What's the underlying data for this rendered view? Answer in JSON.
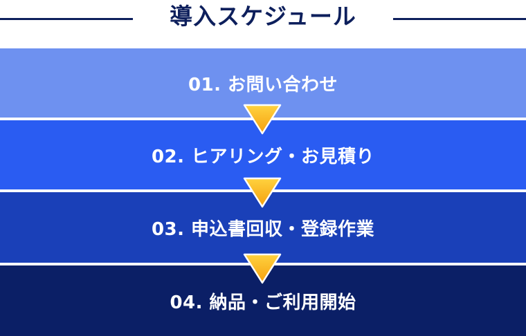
{
  "title": "導入スケジュール",
  "colors": {
    "heading": "#0d1f5c",
    "arrow_top": "#ffd23f",
    "arrow_bottom": "#f5a00f",
    "arrow_outline": "#ffffff"
  },
  "steps": [
    {
      "label": "01. お問い合わせ",
      "color": "#6e91f0"
    },
    {
      "label": "02. ヒアリング・お見積り",
      "color": "#2a5cf2"
    },
    {
      "label": "03. 申込書回収・登録作業",
      "color": "#1a40b8"
    },
    {
      "label": "04. 納品・ご利用開始",
      "color": "#0b1f66"
    }
  ]
}
